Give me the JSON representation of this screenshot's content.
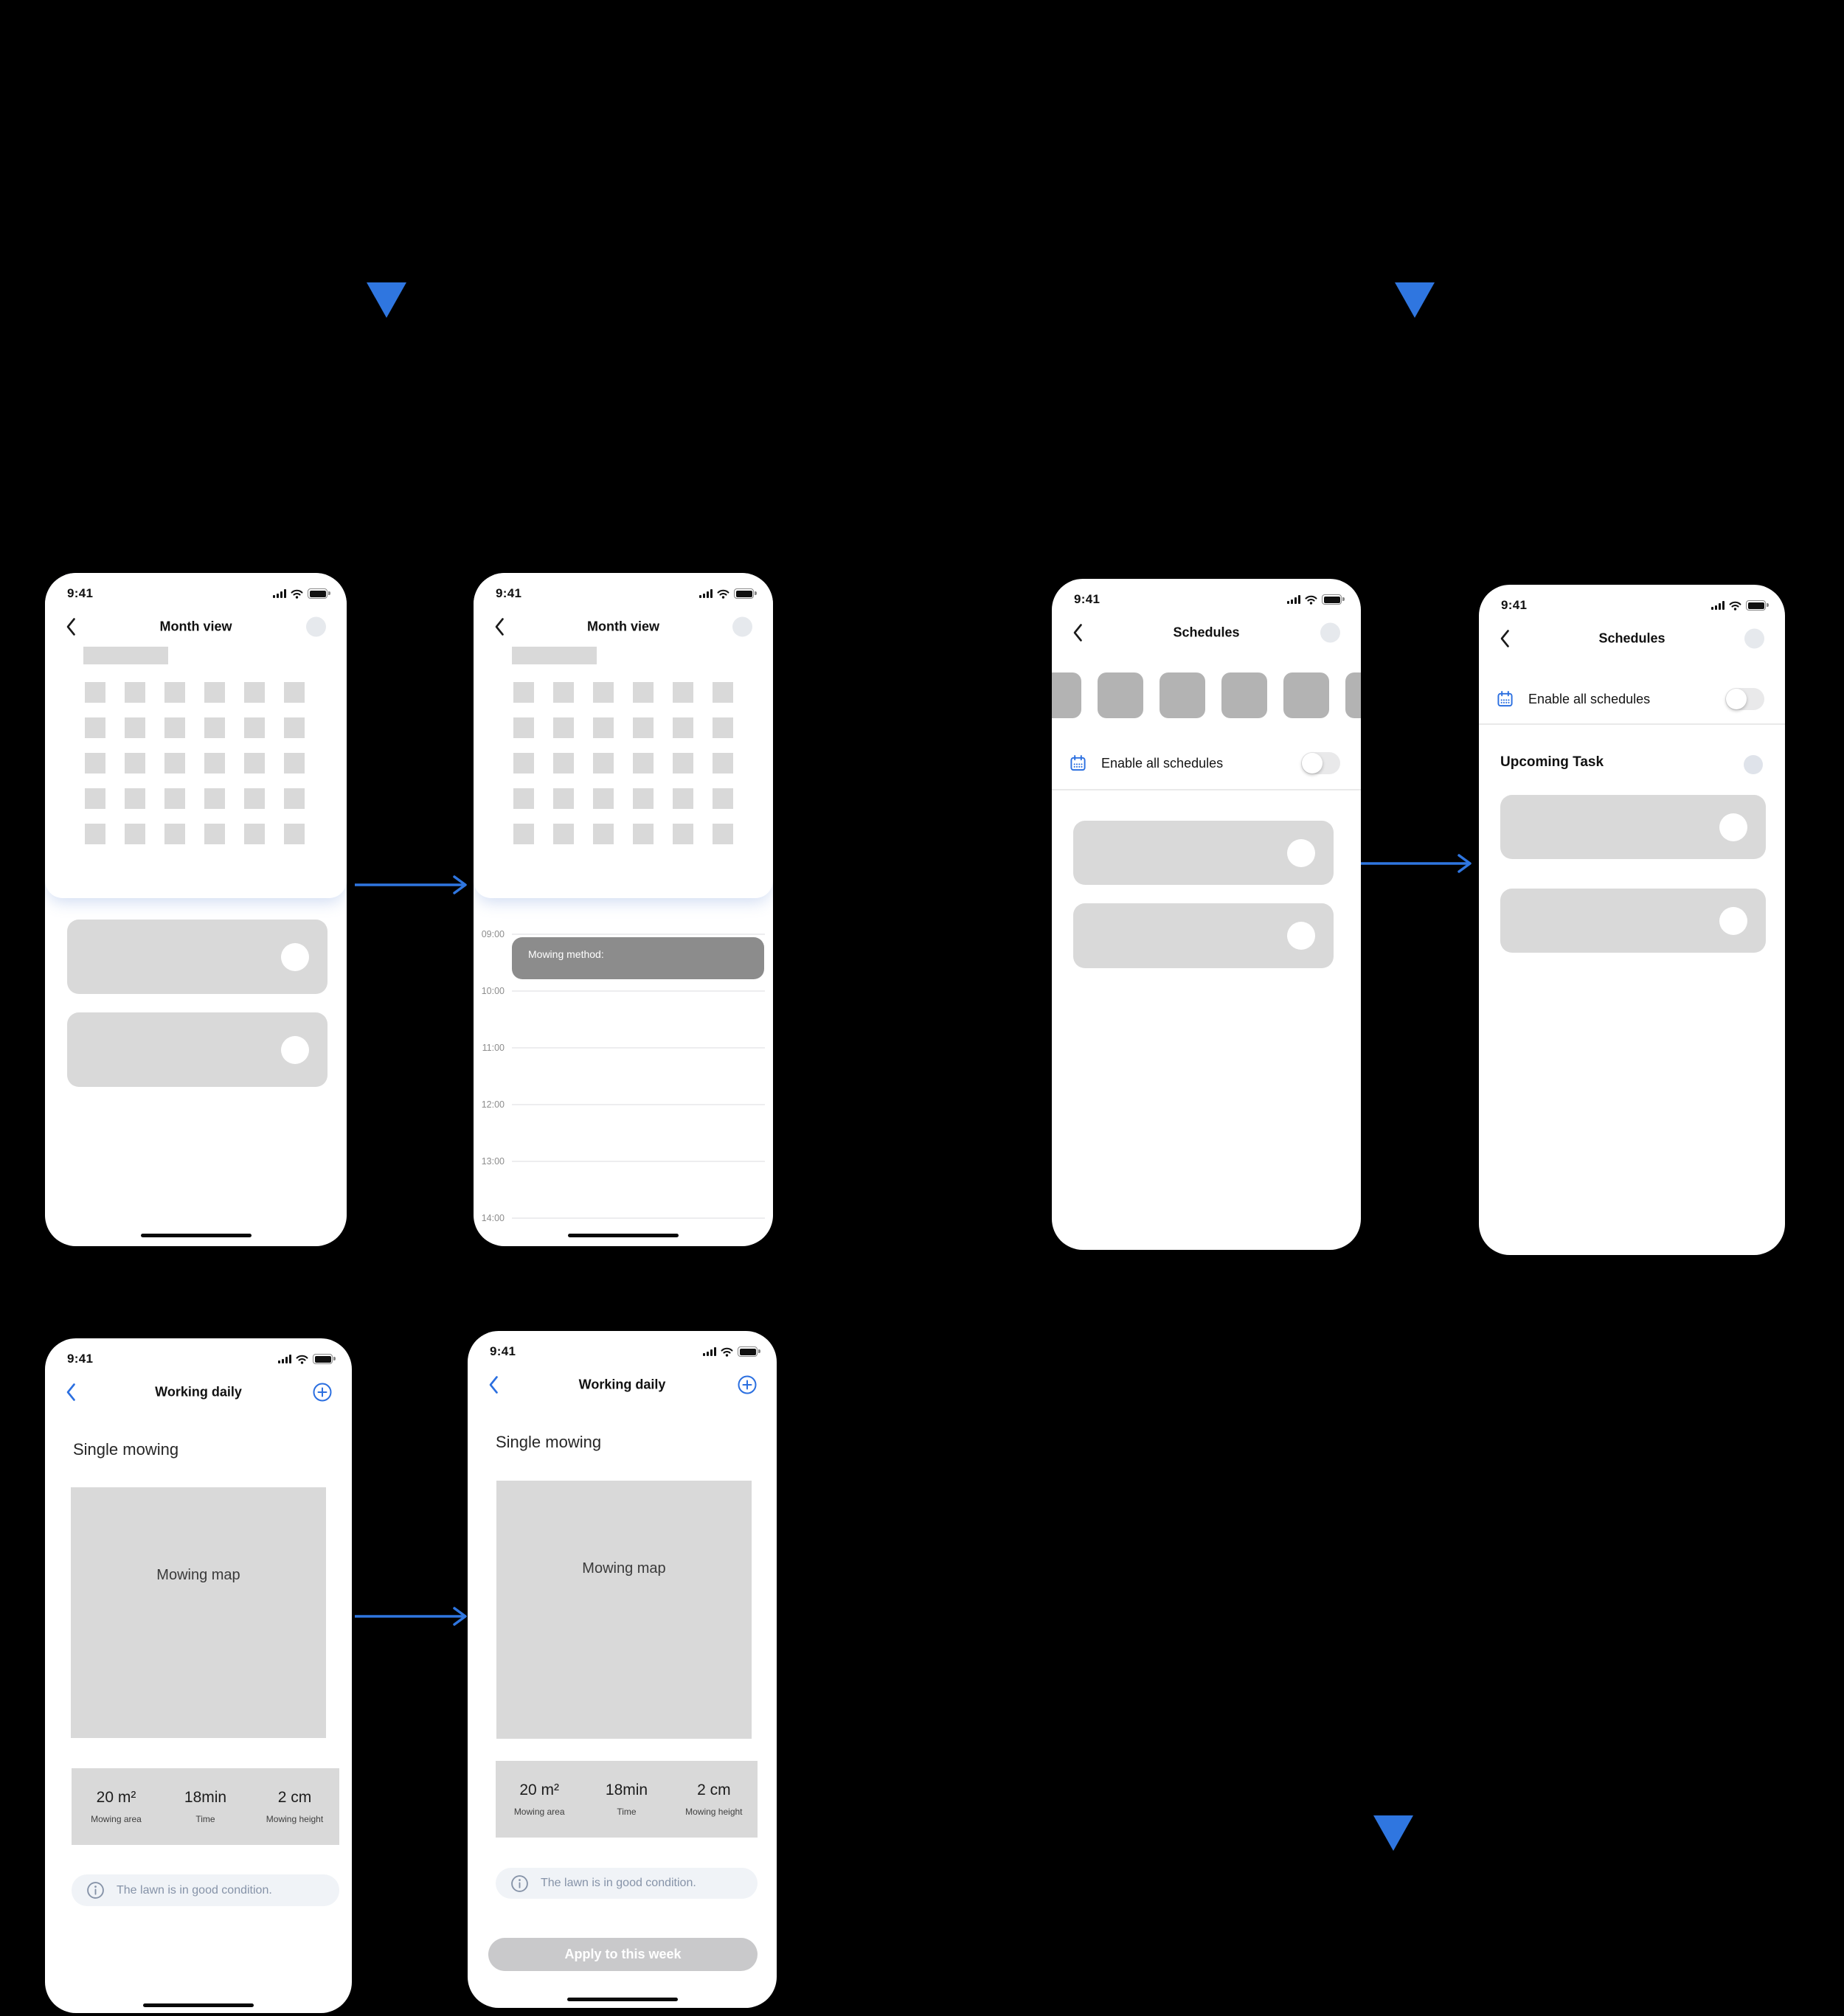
{
  "status": {
    "time": "9:41"
  },
  "colors": {
    "flow_blue": "#2F76E0",
    "icon_blue": "#2B6FE0",
    "placeholder_gray": "#D9D9D9",
    "chip_gray": "#B3B3B3",
    "event_gray": "#8C8C8C",
    "info_text": "#8693A8"
  },
  "screens": {
    "month1": {
      "title": "Month view"
    },
    "month2": {
      "title": "Month view",
      "event_label": "Mowing method:",
      "times": [
        "09:00",
        "10:00",
        "11:00",
        "12:00",
        "13:00",
        "14:00"
      ]
    },
    "schedules1": {
      "title": "Schedules",
      "enable_label": "Enable all schedules"
    },
    "schedules2": {
      "title": "Schedules",
      "enable_label": "Enable all schedules",
      "section_title": "Upcoming Task"
    },
    "daily1": {
      "title": "Working daily",
      "section_title": "Single mowing",
      "map_label": "Mowing map",
      "stats": [
        {
          "value": "20 m²",
          "label": "Mowing area"
        },
        {
          "value": "18min",
          "label": "Time"
        },
        {
          "value": "2 cm",
          "label": "Mowing height"
        }
      ],
      "info": "The lawn is in good condition."
    },
    "daily2": {
      "title": "Working daily",
      "section_title": "Single mowing",
      "map_label": "Mowing map",
      "stats": [
        {
          "value": "20 m²",
          "label": "Mowing area"
        },
        {
          "value": "18min",
          "label": "Time"
        },
        {
          "value": "2 cm",
          "label": "Mowing height"
        }
      ],
      "info": "The lawn is in good condition.",
      "apply_button": "Apply to this week"
    }
  }
}
